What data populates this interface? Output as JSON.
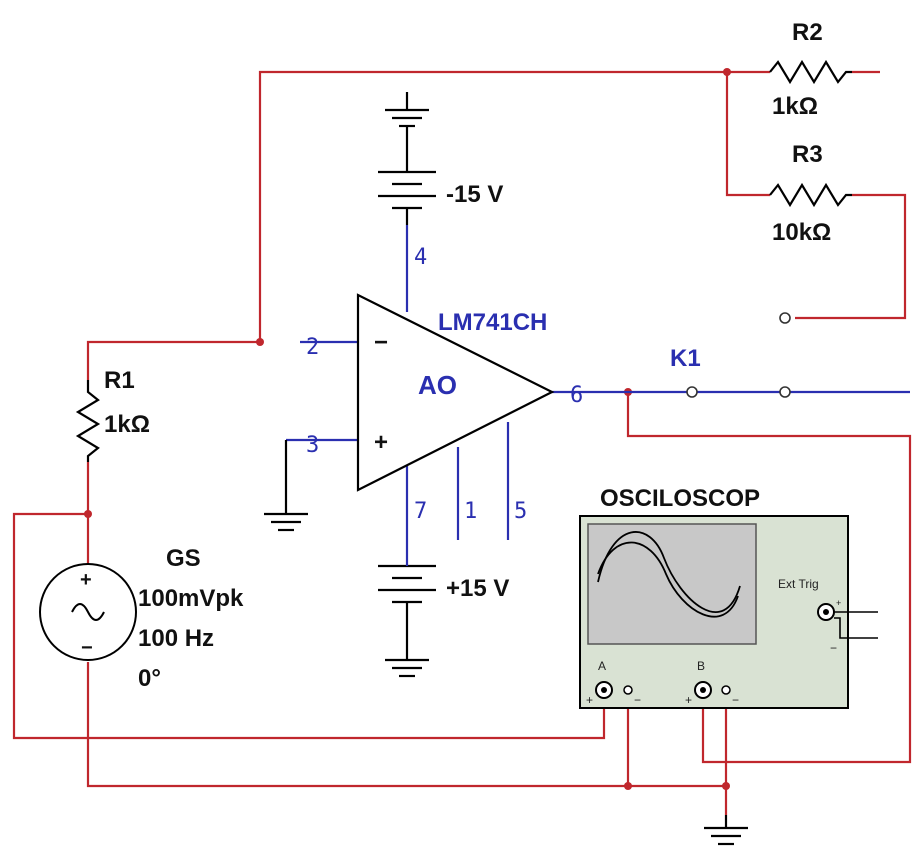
{
  "components": {
    "r1": {
      "ref": "R1",
      "value": "1kΩ"
    },
    "r2": {
      "ref": "R2",
      "value": "1kΩ"
    },
    "r3": {
      "ref": "R3",
      "value": "10kΩ"
    },
    "opamp": {
      "part": "LM741CH",
      "ref": "AO",
      "pins": {
        "inv": "2",
        "noninv": "3",
        "out": "6",
        "vneg": "4",
        "vpos": "7",
        "offset1": "1",
        "offset2": "5"
      },
      "inv_symbol": "−",
      "noninv_symbol": "+"
    },
    "vneg_battery": {
      "value": "-15 V"
    },
    "vpos_battery": {
      "value": "+15 V"
    },
    "switch": {
      "ref": "K1"
    },
    "source": {
      "ref": "GS",
      "amplitude": "100mVpk",
      "frequency": "100 Hz",
      "phase": "0°",
      "plus": "+",
      "minus": "−"
    },
    "oscilloscope": {
      "title": "OSCILOSCOP",
      "ch_a": "A",
      "ch_b": "B",
      "ext_trig": "Ext Trig",
      "plus": "+",
      "minus": "−"
    }
  },
  "colors": {
    "wire": "#c0272d",
    "component": "#000000",
    "label_blue": "#2a2fb0",
    "scope_body": "#d9e2d3",
    "scope_screen": "#c8c8c8"
  }
}
